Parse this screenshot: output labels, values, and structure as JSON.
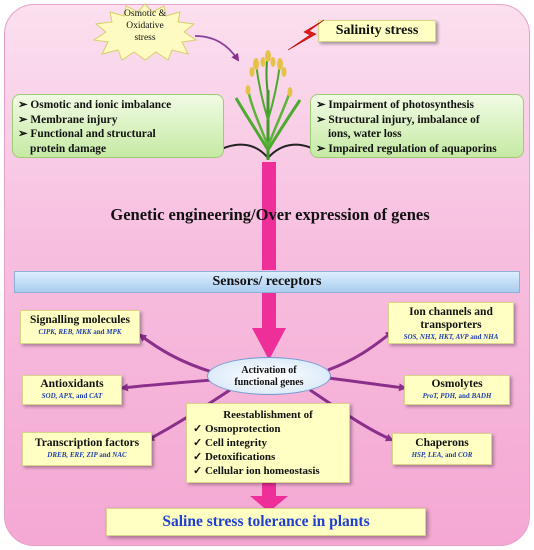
{
  "osmotic_burst": {
    "line1": "Osmotic &",
    "line2": "Oxidative",
    "line3": "stress"
  },
  "salinity_title": "Salinity stress",
  "left_effects": [
    "Osmotic and ionic imbalance",
    "Membrane injury",
    "Functional and structural",
    "protein damage"
  ],
  "right_effects": [
    "Impairment of photosynthesis",
    "Structural injury, imbalance of",
    "ions, water loss",
    "Impaired regulation of aquaporins"
  ],
  "genetic_engineering": "Genetic engineering/Over expression of genes",
  "sensors": "Sensors/ receptors",
  "activation": {
    "line1": "Activation of",
    "line2": "functional genes"
  },
  "signalling": {
    "title": "Signalling molecules",
    "genes": [
      "CIPK",
      "REB",
      "MKK",
      "MPK"
    ]
  },
  "antioxidants": {
    "title": "Antioxidants",
    "genes": [
      "SOD",
      "APX",
      "CAT"
    ]
  },
  "transcription": {
    "title": "Transcription factors",
    "genes": [
      "DREB",
      "ERF",
      "ZIP",
      "NAC"
    ]
  },
  "ion_channels": {
    "title_line1": "Ion channels and",
    "title_line2": "transporters",
    "genes": [
      "SOS",
      "NHX",
      "HKT",
      "AVP",
      "NHA"
    ]
  },
  "osmolytes": {
    "title": "Osmolytes",
    "genes": [
      "ProT",
      "PDH",
      "BADH"
    ]
  },
  "chaperons": {
    "title": "Chaperons",
    "genes": [
      "HSP",
      "LEA",
      "COR"
    ]
  },
  "and_word": "and",
  "reestablishment": {
    "title": "Reestablishment of",
    "items": [
      "Osmoprotection",
      "Cell integrity",
      "Detoxifications",
      "Cellular ion homeostasis"
    ]
  },
  "outcome": "Saline stress tolerance in plants",
  "colors": {
    "pink_arrow": "#ee2f9a",
    "purple_arrow": "#8a2f8a",
    "gene_text": "#1e3fb0",
    "outcome_text": "#1f3fd0"
  }
}
